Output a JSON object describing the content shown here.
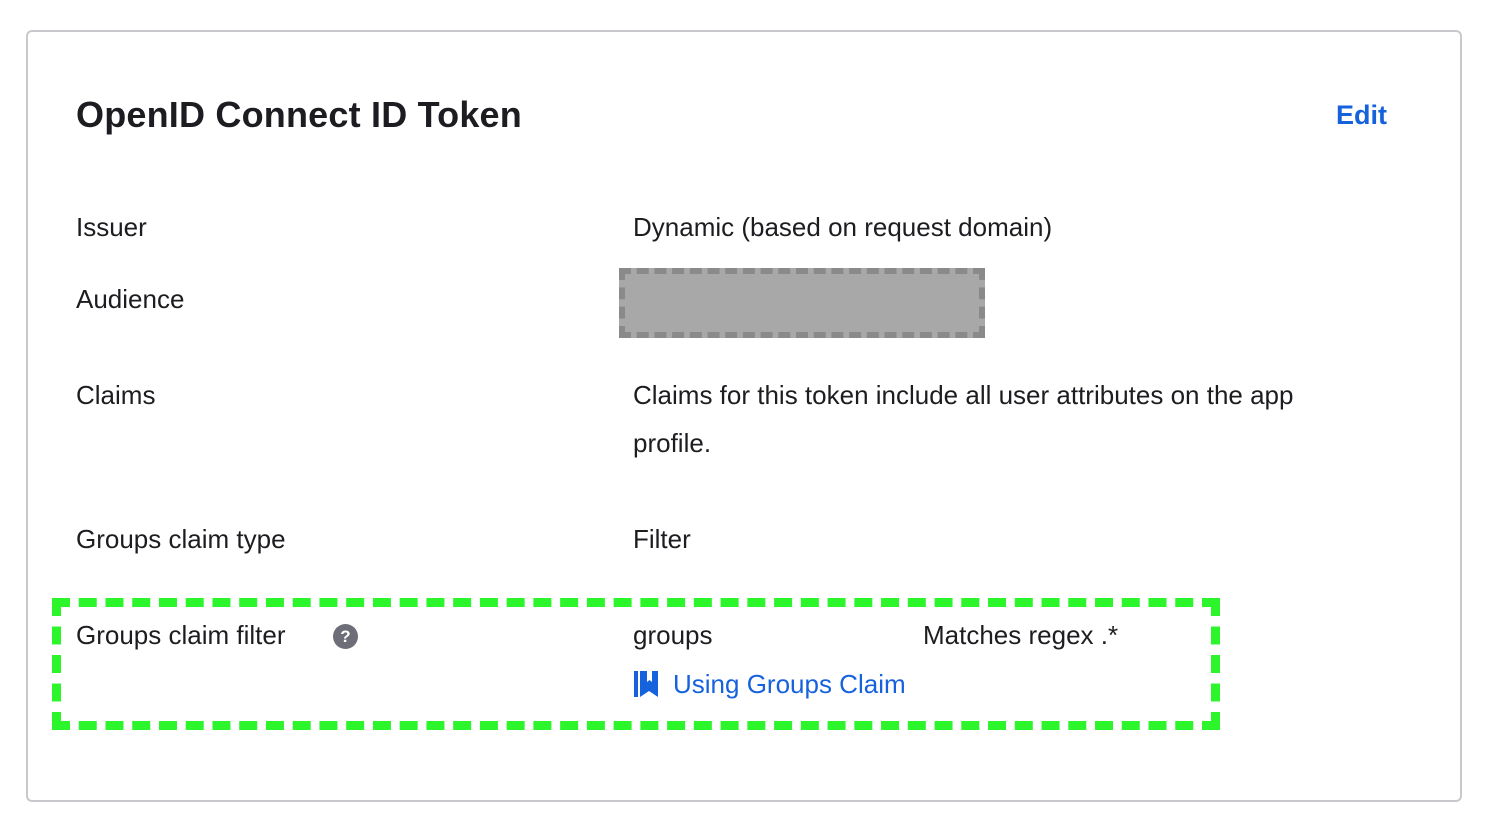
{
  "card": {
    "title": "OpenID Connect ID Token",
    "edit_label": "Edit"
  },
  "rows": {
    "issuer": {
      "label": "Issuer",
      "value": "Dynamic (based on request domain)"
    },
    "audience": {
      "label": "Audience",
      "value": ""
    },
    "claims": {
      "label": "Claims",
      "value_line1": "Claims for this token include all user attributes on the app",
      "value_line2": "profile."
    },
    "groups_claim_type": {
      "label": "Groups claim type",
      "value": "Filter"
    },
    "groups_claim_filter": {
      "label": "Groups claim filter",
      "help_icon": "?",
      "claim_name": "groups",
      "filter_expression": "Matches regex .*",
      "doc_link_label": "Using Groups Claim"
    }
  },
  "icons": {
    "help": "question-circle-icon",
    "doc": "book-icon"
  },
  "colors": {
    "link": "#1662dd",
    "highlight": "#2cf52c",
    "redacted": "#a8a8a8"
  }
}
